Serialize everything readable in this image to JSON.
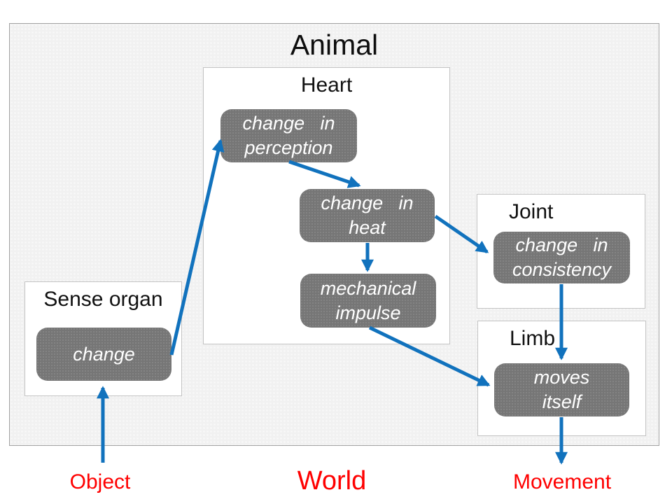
{
  "containers": {
    "animal": "Animal",
    "heart": "Heart",
    "joint": "Joint",
    "limb": "Limb",
    "sense_organ": "Sense organ"
  },
  "nodes": {
    "perception": {
      "line1": "change in",
      "line2": "perception"
    },
    "heat": {
      "line1": "change in",
      "line2": "heat"
    },
    "impulse": {
      "line1": "mechanical",
      "line2": "impulse"
    },
    "consistency": {
      "line1": "change in",
      "line2": "consistency"
    },
    "moves": {
      "line1": "moves",
      "line2": "itself"
    },
    "change": {
      "line1": "change"
    }
  },
  "labels": {
    "object": "Object",
    "world": "World",
    "movement": "Movement"
  },
  "edges": [
    {
      "from": "Object",
      "to": "change"
    },
    {
      "from": "change",
      "to": "change in perception"
    },
    {
      "from": "change in perception",
      "to": "change in heat"
    },
    {
      "from": "change in heat",
      "to": "mechanical impulse"
    },
    {
      "from": "change in heat",
      "to": "change in consistency"
    },
    {
      "from": "change in consistency",
      "to": "moves itself"
    },
    {
      "from": "mechanical impulse",
      "to": "moves itself"
    },
    {
      "from": "moves itself",
      "to": "Movement"
    }
  ],
  "colors": {
    "arrow_blue": "#1172BD",
    "node_gray": "#767676",
    "label_red": "#FF0000",
    "animal_fill": "#F1F1F1",
    "node_text": "#FFFFFF"
  }
}
